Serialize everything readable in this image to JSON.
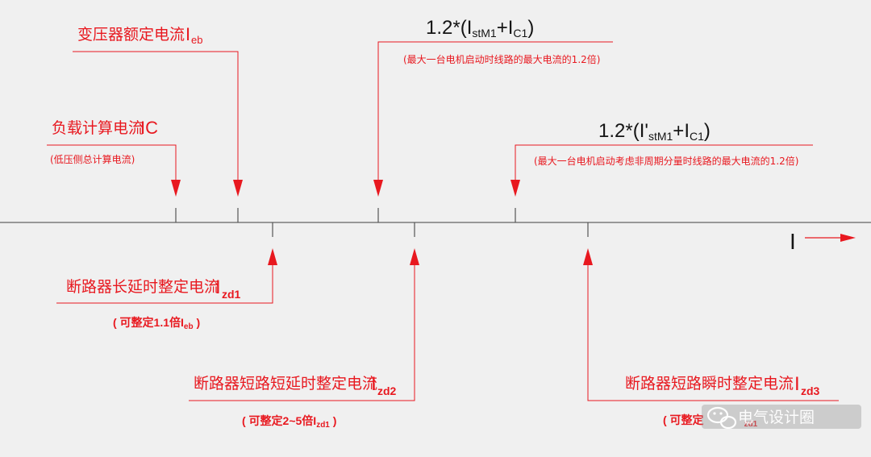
{
  "labels": {
    "ieb_name": "变压器额定电流",
    "ieb_sym": "I",
    "ieb_sub": "eb",
    "ic_name": "负载计算电流",
    "ic_sym": "IC",
    "ic_note": "(低压侧总计算电流)",
    "st1_formula_a": "1.2*(I",
    "st1_sub": "stM1",
    "st1_formula_b": "+I",
    "st1_sub2": "C1",
    "st1_close": ")",
    "st1_note": "(最大一台电机启动时线路的最大电流的1.2倍)",
    "st2_formula_a": "1.2*(I'",
    "st2_sub": "stM1",
    "st2_formula_b": "+I",
    "st2_sub2": "C1",
    "st2_close": ")",
    "st2_note": "(最大一台电机启动考虑非周期分量时线路的最大电流的1.2倍)",
    "axis_label": "I",
    "izd1_name": "断路器长延时整定电流",
    "izd_sym": "I",
    "izd1_sub": "zd1",
    "izd1_note_a": "( 可整定1.1倍I",
    "izd1_note_sub": "eb",
    "izd1_note_b": " )",
    "izd2_name": "断路器短路短延时整定电流",
    "izd2_sub": "zd2",
    "izd2_note_a": "( 可整定2~5倍I",
    "izd2_note_sub": "zd1",
    "izd2_note_b": " )",
    "izd3_name": "断路器短路瞬时整定电流",
    "izd3_sub": "zd3",
    "izd3_note_a": "( 可整定",
    "izd3_note_sub": "zd1",
    "watermark": "电气设计圈"
  },
  "colors": {
    "red": "#e8181f",
    "axis": "#7a7a7a",
    "background": "#f0f0f0"
  },
  "icons": {
    "watermark": "wechat-icon"
  }
}
